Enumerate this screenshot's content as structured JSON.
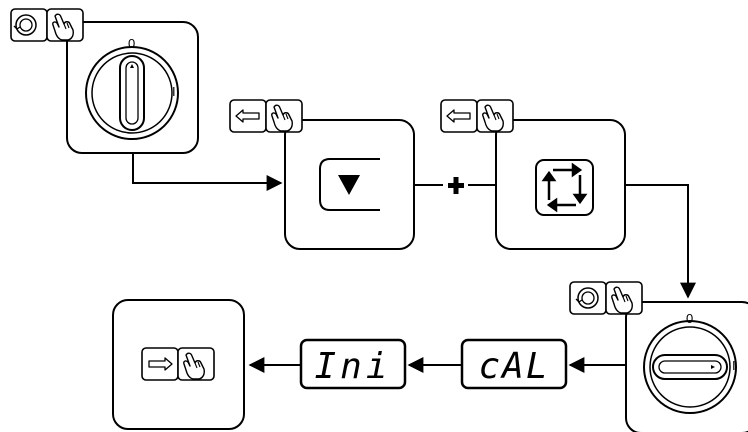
{
  "diagram": {
    "main_switch_top": {
      "position_off_label": "0",
      "position_on_label": "I",
      "state": "off",
      "action_icon": "rotate-switch-hand-icon"
    },
    "button_down": {
      "symbol": "▼",
      "action_icon": "press-hand-icon"
    },
    "combine_symbol": "+",
    "button_cycle": {
      "symbol": "cycle-arrows-icon",
      "action_icon": "press-hand-icon"
    },
    "main_switch_bottom": {
      "position_off_label": "0",
      "position_on_label": "I",
      "state": "on",
      "action_icon": "rotate-switch-hand-icon"
    },
    "display_cal": {
      "text": "cAL"
    },
    "display_ini": {
      "text": "Ini"
    },
    "release_box": {
      "action_icon": "release-hand-icon"
    }
  }
}
